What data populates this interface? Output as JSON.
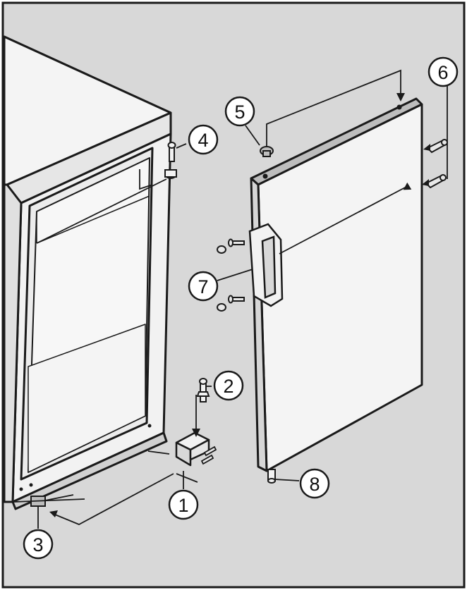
{
  "diagram": {
    "background": "#d8d8d8",
    "frame_color": "#1a1a1a",
    "part_fill": "#f2f2f2",
    "edge_fill": "#bdbdbd",
    "callouts": [
      {
        "id": "1",
        "label": "1"
      },
      {
        "id": "2",
        "label": "2"
      },
      {
        "id": "3",
        "label": "3"
      },
      {
        "id": "4",
        "label": "4"
      },
      {
        "id": "5",
        "label": "5"
      },
      {
        "id": "6",
        "label": "6"
      },
      {
        "id": "7",
        "label": "7"
      },
      {
        "id": "8",
        "label": "8"
      }
    ]
  }
}
